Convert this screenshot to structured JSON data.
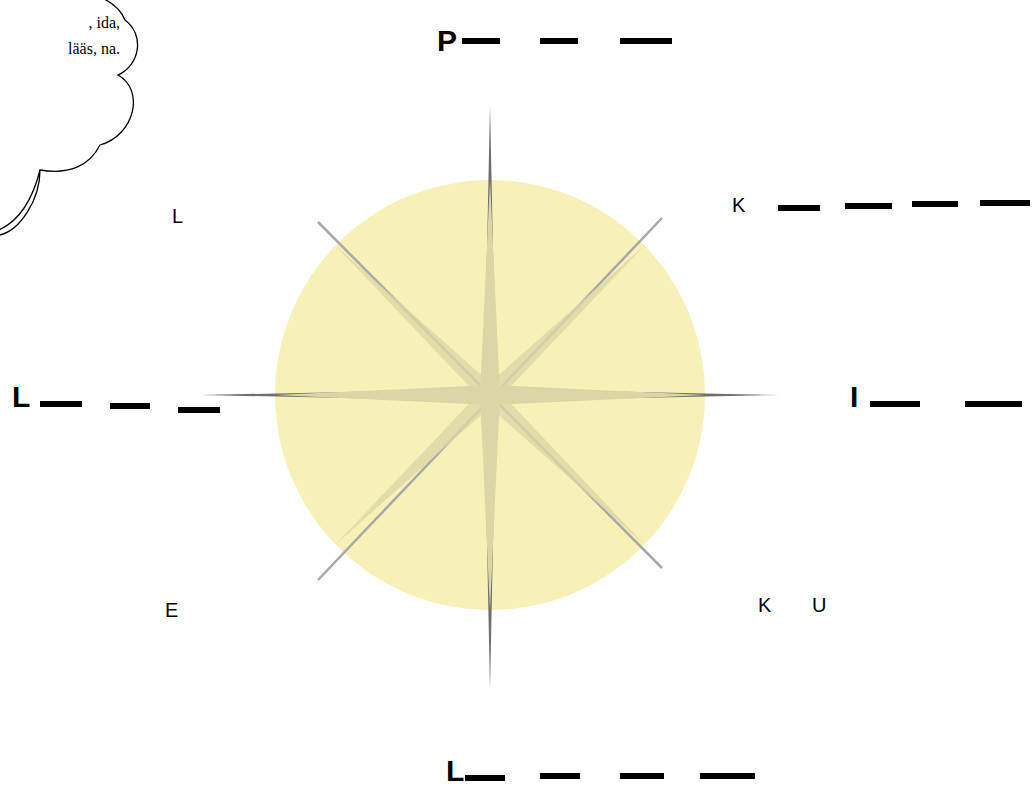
{
  "diagram": {
    "nodes": [
      {
        "text": [
          ", ida, lääs, na."
        ]
      }
    ],
    "labels": [
      "P",
      "K",
      "I",
      "L",
      "L",
      "E",
      "K",
      "U",
      "L"
    ]
  }
}
